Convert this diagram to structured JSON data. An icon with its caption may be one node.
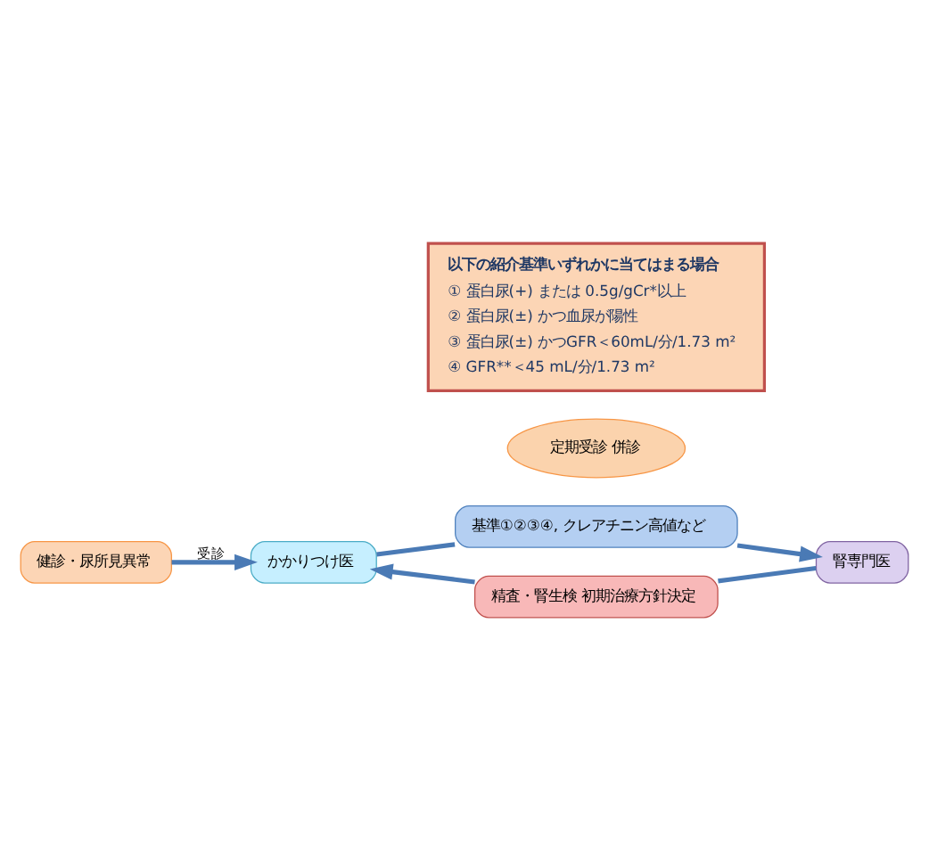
{
  "diagram": {
    "nodes": [
      {
        "text": [
          "健診・尿所見異常"
        ]
      },
      {
        "text": [
          "かかりつけ医"
        ]
      },
      {
        "text": [
          "基準①②③④, クレアチニン高値など"
        ]
      },
      {
        "text": [
          "精査・腎生検 初期治療方針決定"
        ]
      },
      {
        "text": [
          "定期受診 併診"
        ]
      },
      {
        "text": [
          "腎専門医"
        ]
      },
      {
        "text": [
          "以下の紹介基準いずれかに当てはまる場合",
          "① 蛋白尿(+) または 0.5g/gCr*以上",
          "② 蛋白尿(±) かつ血尿が陽性",
          "③ 蛋白尿(±) かつGFR＜60mL/分/1.73 m²",
          "④ GFR**＜45 mL/分/1.73 m²"
        ]
      }
    ],
    "edges": [
      {
        "from": 0,
        "to": 1,
        "arrow": "to",
        "label": "受診"
      },
      {
        "from": 1,
        "to": 2,
        "arrow": "none"
      },
      {
        "from": 2,
        "to": 5,
        "arrow": "to"
      },
      {
        "from": 5,
        "to": 3,
        "arrow": "none"
      },
      {
        "from": 3,
        "to": 1,
        "arrow": "to"
      }
    ]
  }
}
